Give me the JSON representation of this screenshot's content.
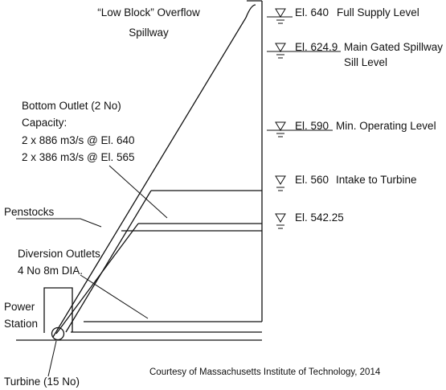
{
  "spillway_label": {
    "line1": "“Low Block” Overflow",
    "line2": "Spillway"
  },
  "levels": [
    {
      "el": "El. 640",
      "desc": "Full Supply Level",
      "desc2": ""
    },
    {
      "el": "El. 624.9",
      "desc": "Main Gated Spillway",
      "desc2": "Sill Level"
    },
    {
      "el": "El. 590",
      "desc": "Min. Operating Level",
      "desc2": ""
    },
    {
      "el": "El. 560",
      "desc": "Intake to Turbine",
      "desc2": ""
    },
    {
      "el": "El. 542.25",
      "desc": "",
      "desc2": ""
    }
  ],
  "bottom_outlet": {
    "title": "Bottom Outlet (2 No)",
    "capacity_label": "Capacity:",
    "line1": "2 x 886 m3/s @ El. 640",
    "line2": "2 x 386 m3/s @ El. 565"
  },
  "penstocks_label": "Penstocks",
  "diversion": {
    "line1": "Diversion Outlets",
    "line2": "4 No 8m DIA."
  },
  "power_station": {
    "line1": "Power",
    "line2": "Station"
  },
  "turbine_label": "Turbine (15 No)",
  "credit": "Courtesy of Massachusetts Institute of Technology, 2014"
}
